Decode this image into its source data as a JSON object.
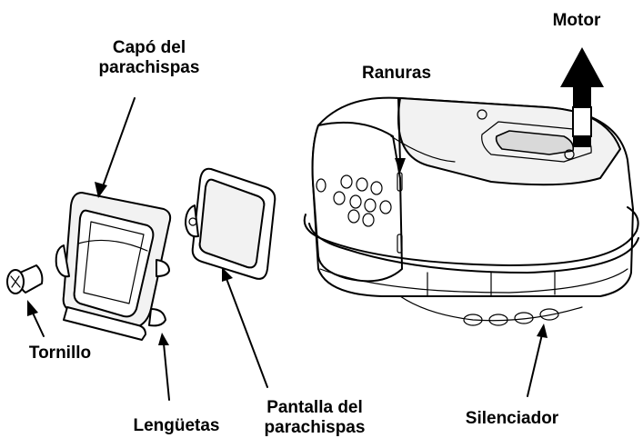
{
  "labels": {
    "motor": "Motor",
    "hood_line1": "Capó del",
    "hood_line2": "parachispas",
    "slots": "Ranuras",
    "screw": "Tornillo",
    "tabs": "Lengüetas",
    "screen_line1": "Pantalla del",
    "screen_line2": "parachispas",
    "muffler": "Silenciador"
  }
}
